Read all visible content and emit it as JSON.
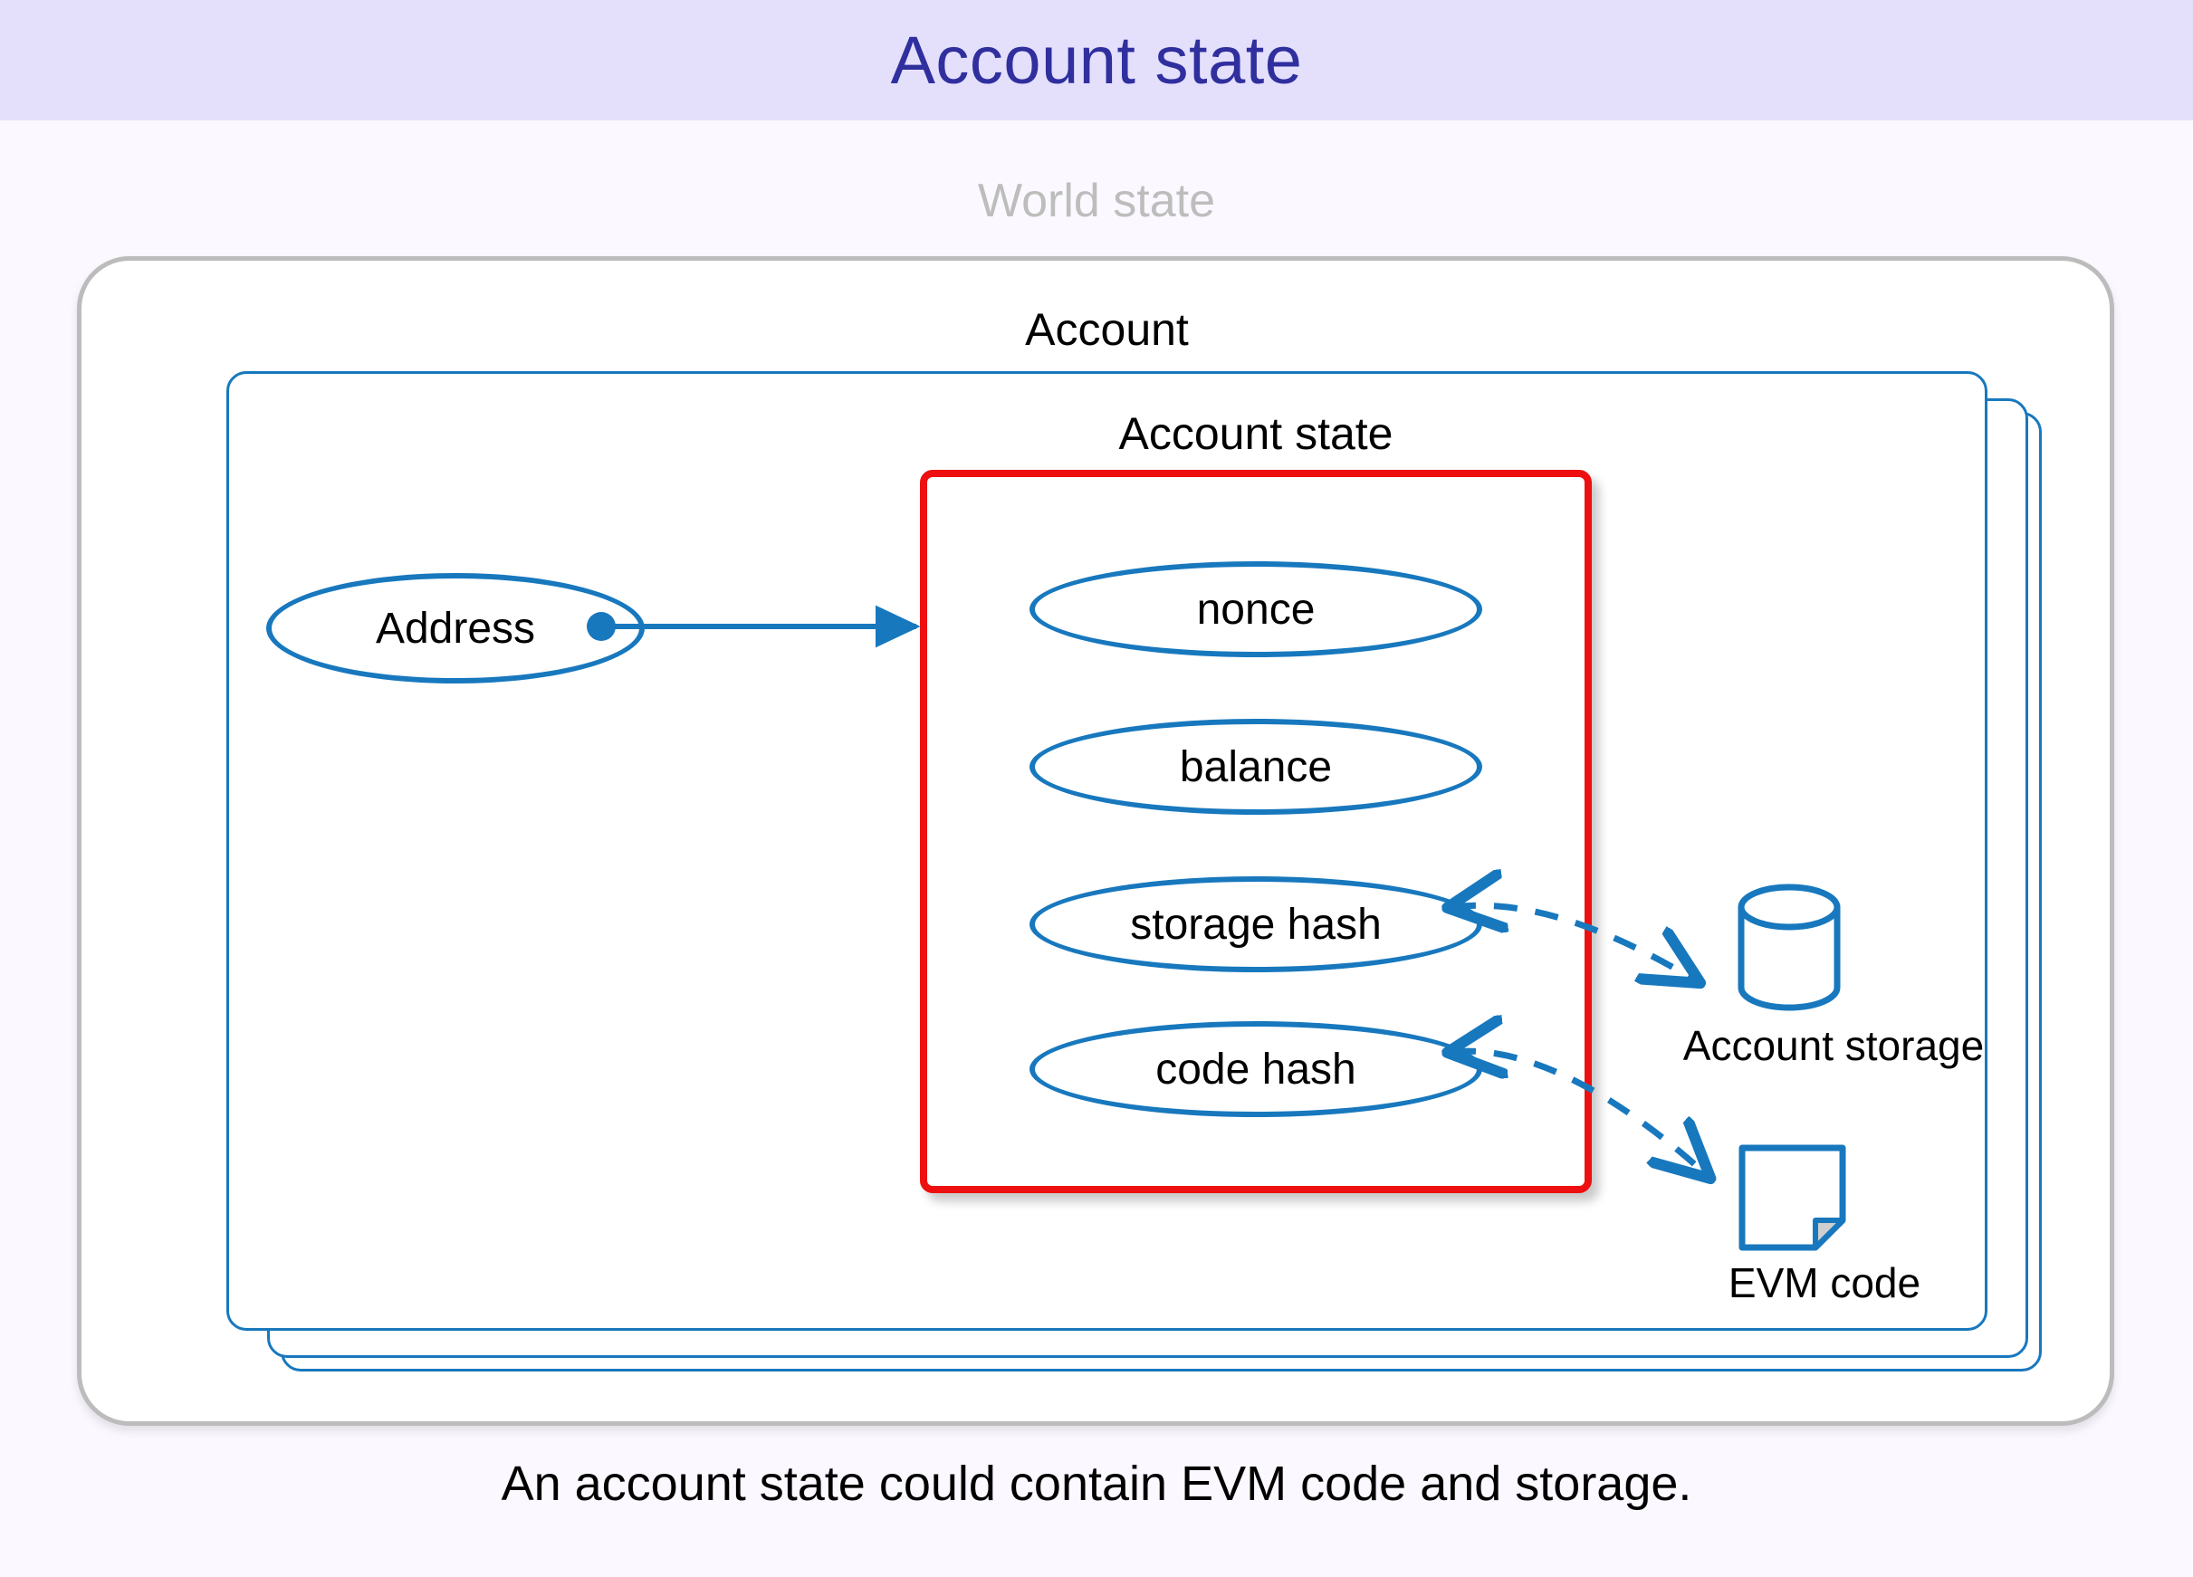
{
  "header": {
    "title": "Account state",
    "band_color": "#e4dffb",
    "title_color": "#2f2f9e"
  },
  "page": {
    "background_color": "#fbf9ff",
    "caption": "An account state could contain EVM code and storage."
  },
  "diagram": {
    "world_state": {
      "label": "World state",
      "label_color": "#bdbdbd",
      "border_color": "#bcbcbc"
    },
    "account": {
      "label": "Account",
      "border_color": "#1878be",
      "stack_count": 3
    },
    "account_state": {
      "label": "Account state",
      "border_color": "#ee1010",
      "fields": [
        {
          "label": "nonce"
        },
        {
          "label": "balance"
        },
        {
          "label": "storage hash"
        },
        {
          "label": "code hash"
        }
      ]
    },
    "address_node": {
      "label": "Address",
      "stroke_color": "#1878be"
    },
    "external": [
      {
        "label": "Account storage",
        "icon": "cylinder-icon"
      },
      {
        "label": "EVM code",
        "icon": "document-icon"
      }
    ],
    "connectors": [
      {
        "name": "address-to-account-state",
        "style": "solid",
        "color": "#1878be",
        "from": "Address",
        "to": "Account state",
        "source_marker": "dot",
        "target_marker": "arrow"
      },
      {
        "name": "storage-hash-to-account-storage",
        "style": "dashed",
        "color": "#1878be",
        "from": "storage hash",
        "to": "Account storage",
        "source_marker": "arrow",
        "target_marker": "arrow"
      },
      {
        "name": "code-hash-to-evm-code",
        "style": "dashed",
        "color": "#1878be",
        "from": "code hash",
        "to": "EVM code",
        "source_marker": "arrow",
        "target_marker": "arrow"
      }
    ]
  }
}
